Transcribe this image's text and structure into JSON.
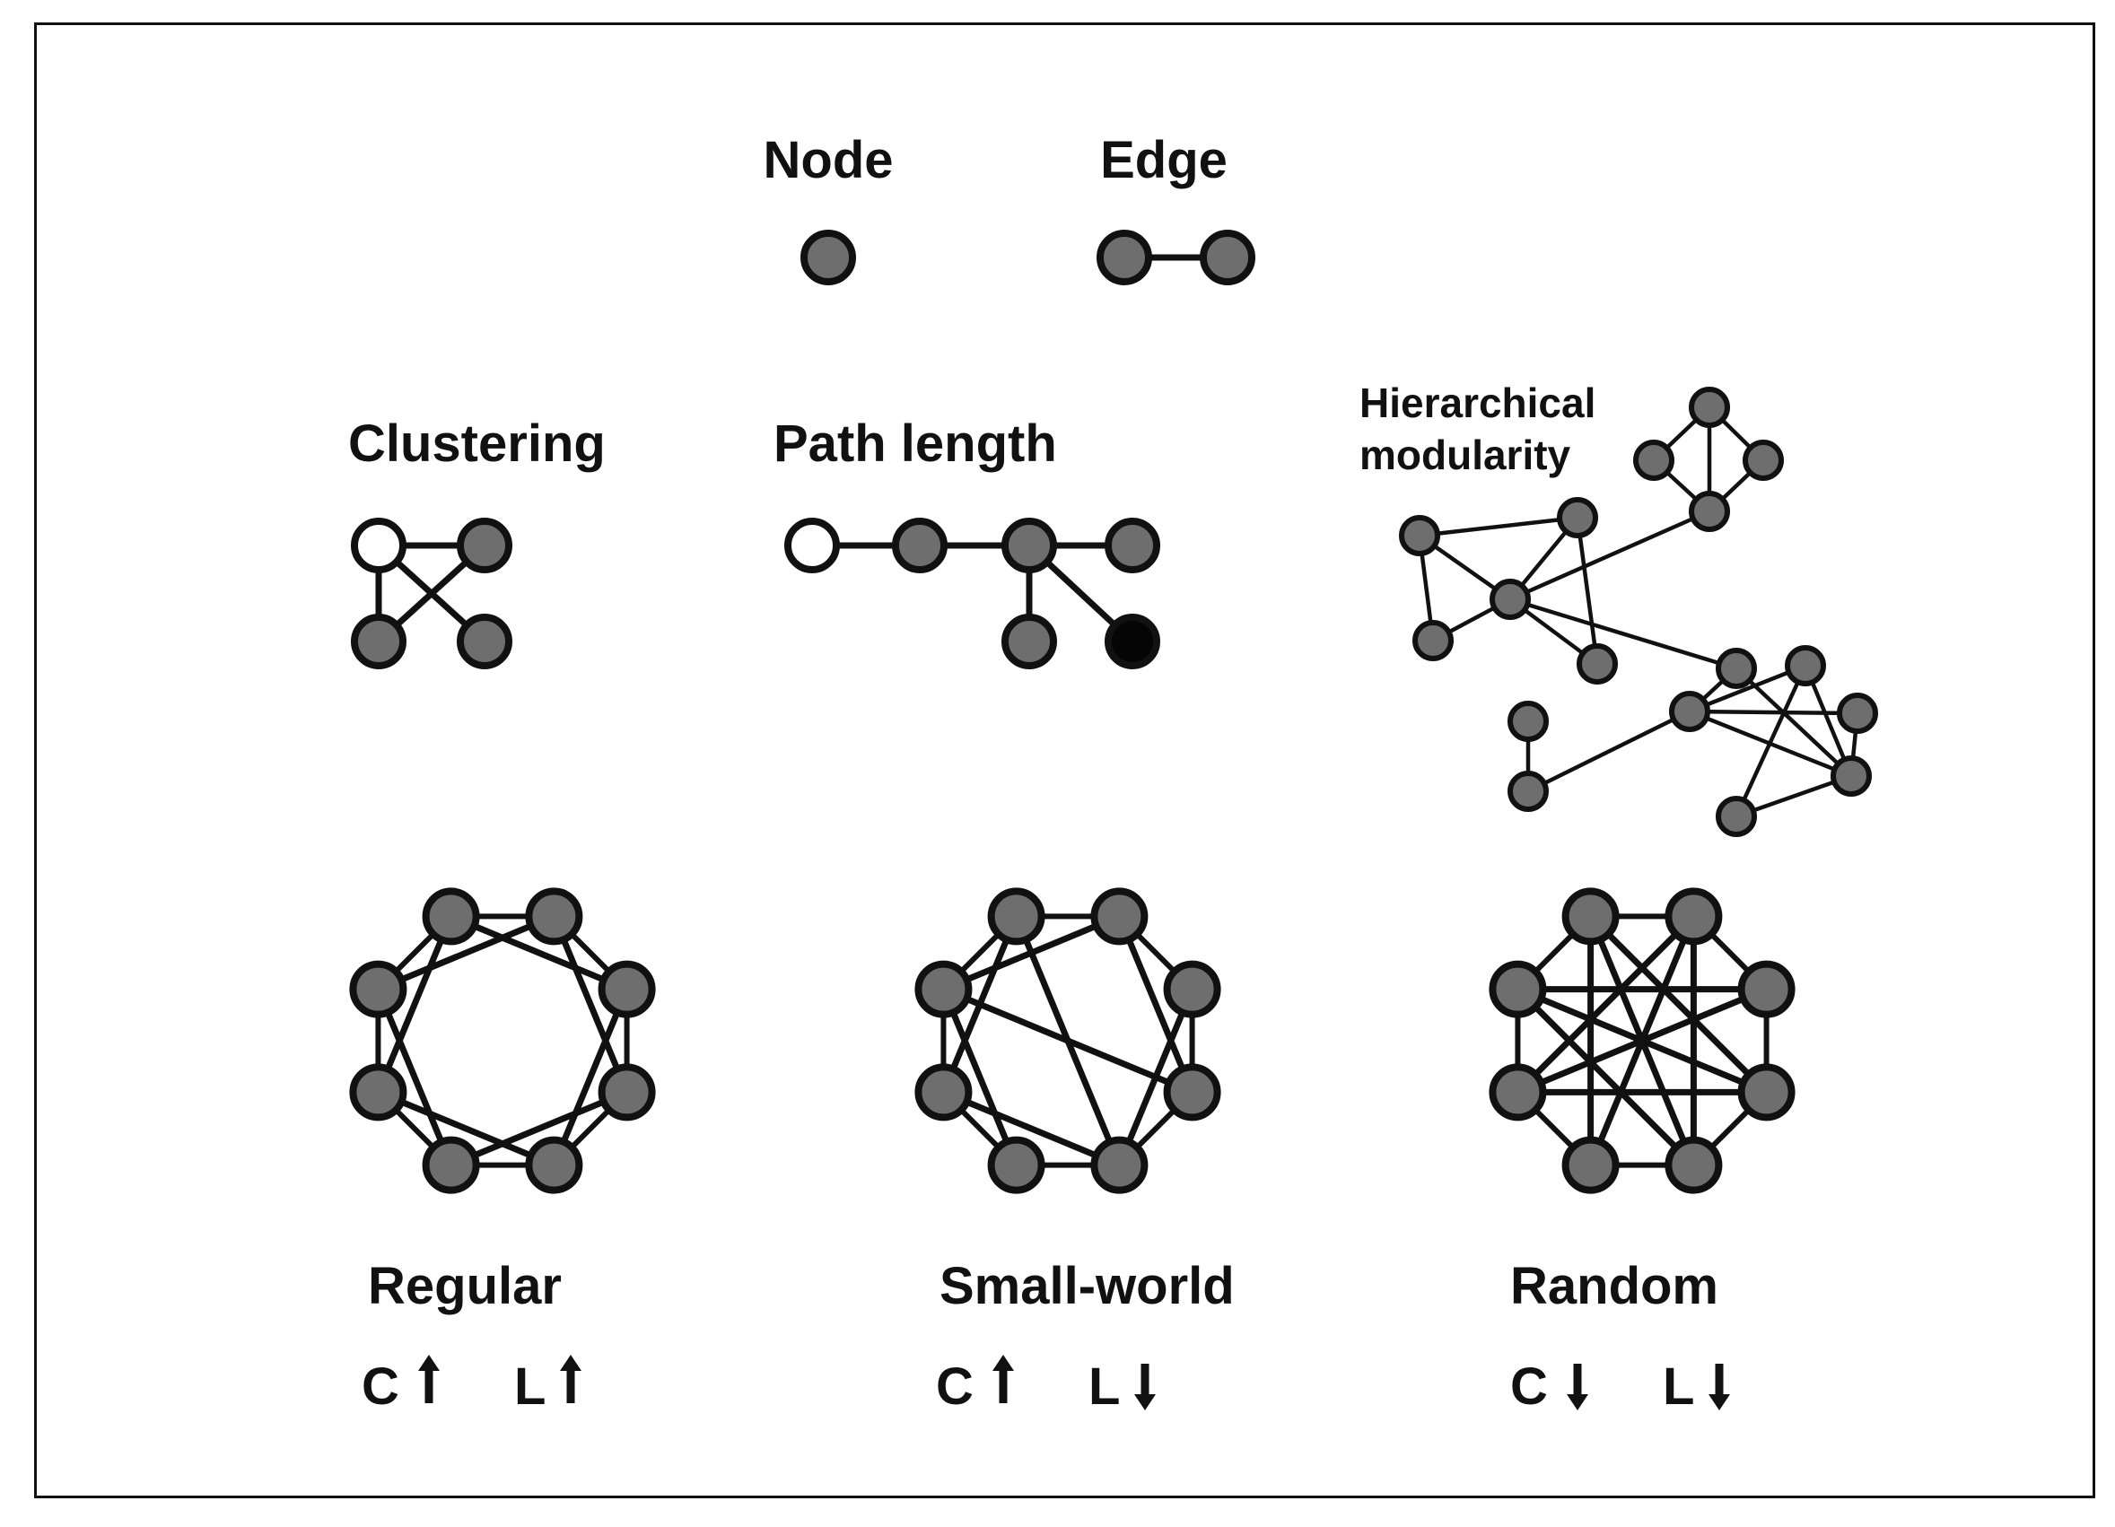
{
  "legend": {
    "node_label": "Node",
    "edge_label": "Edge"
  },
  "measures": {
    "clustering_label": "Clustering",
    "path_length_label": "Path length",
    "hierarchical_label_line1": "Hierarchical",
    "hierarchical_label_line2": "modularity"
  },
  "networks": {
    "regular": {
      "label": "Regular",
      "c": "C",
      "c_dir": "up",
      "l": "L",
      "l_dir": "up"
    },
    "small_world": {
      "label": "Small-world",
      "c": "C",
      "c_dir": "up",
      "l": "L",
      "l_dir": "down"
    },
    "random": {
      "label": "Random",
      "c": "C",
      "c_dir": "down",
      "l": "L",
      "l_dir": "down"
    }
  },
  "colors": {
    "node_fill": "#6e6e6e",
    "node_outline": "#111111",
    "highlight_white": "#ffffff",
    "highlight_black": "#050505"
  }
}
